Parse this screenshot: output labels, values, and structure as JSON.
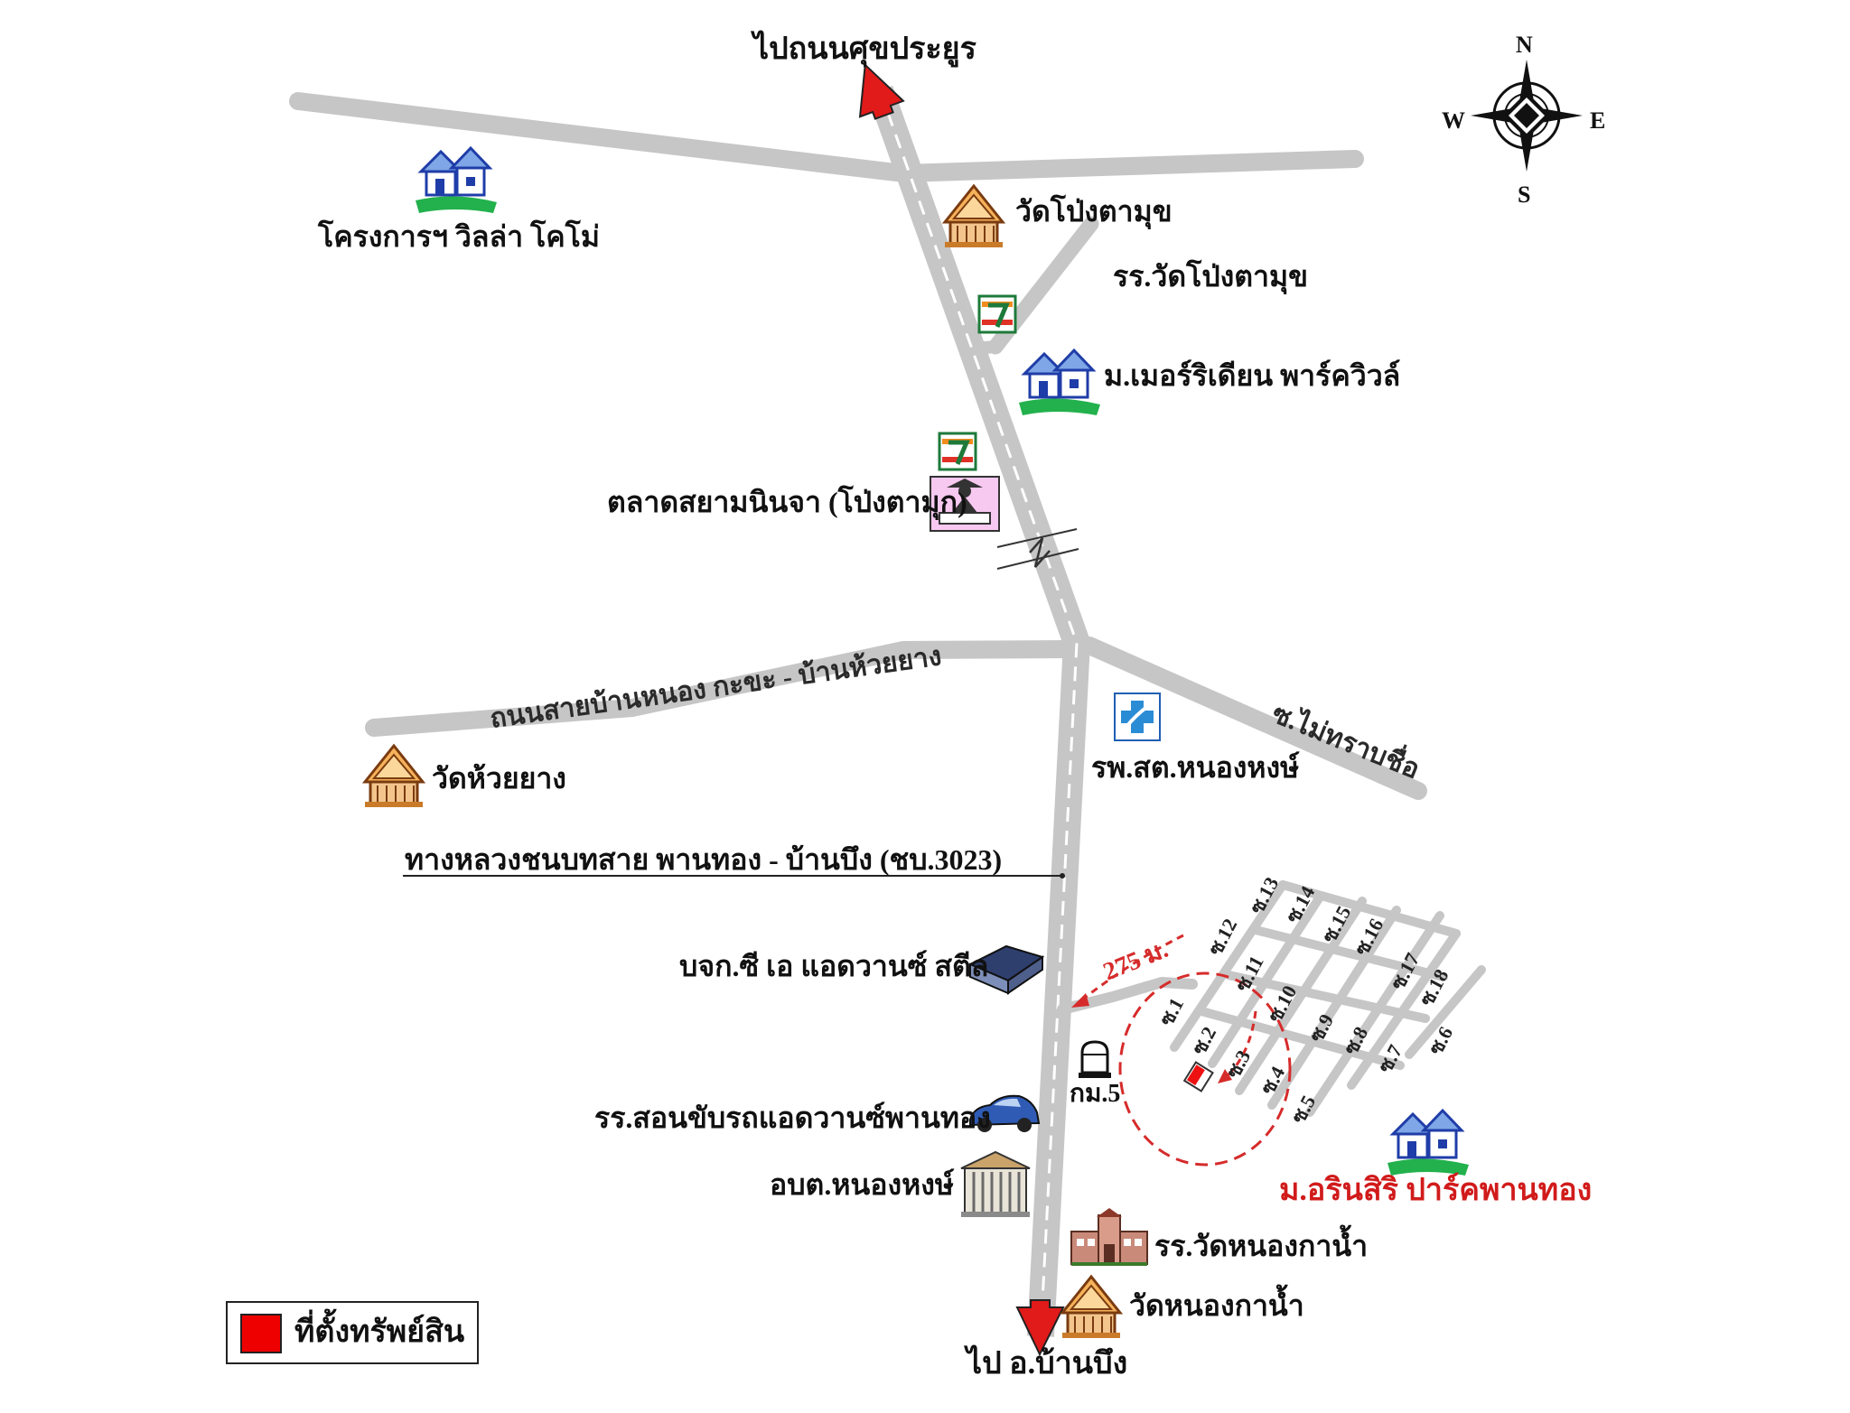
{
  "colors": {
    "road": "#c6c6c6",
    "road_center": "#ffffff",
    "arrow": "#e11a1a",
    "property": "#ee1111",
    "radius_line": "#d62b2b",
    "highlight_label": "#d11b1b",
    "legend_swatch": "#ee0000"
  },
  "compass": {
    "north": "N",
    "south": "S",
    "east": "E",
    "west": "W"
  },
  "directions": {
    "to_north": "ไปถนนศุขประยูร",
    "to_south": "ไป อ.บ้านบึง"
  },
  "landmarks": {
    "villa_komo": "โครงการฯ วิลล่า โคโม่",
    "wat_pong_ta_muk": "วัดโป่งตามุข",
    "school_pong_ta_muk": "รร.วัดโป่งตามุข",
    "meridian": "ม.เมอร์ริเดียน พาร์ควิวล์",
    "market": "ตลาดสยามนินจา (โป่งตามุก)",
    "wat_huai_yang": "วัดห้วยยาง",
    "health_center": "รพ.สต.หนองหงษ์",
    "steel_company": "บจก.ซี เอ แอดวานซ์ สตีล",
    "driving_school": "รร.สอนขับรถแอดวานซ์พานทอง",
    "sao_office": "อบต.หนองหงษ์",
    "school_nong_ka_nam": "รร.วัดหนองกาน้ำ",
    "wat_nong_ka_nam": "วัดหนองกาน้ำ",
    "arinsiri": "ม.อรินสิริ ปาร์คพานทอง",
    "km_marker": "กม.5"
  },
  "roads": {
    "huai_yang_road": "ถนนสายบ้านหนอง กะขะ - บ้านห้วยยาง",
    "unnamed_soi": "ซ.ไม่ทราบชื่อ",
    "highway": "ทางหลวงชนบทสาย พานทอง - บ้านบึง (ชบ.3023)"
  },
  "distance_label": "275 ม.",
  "sois": [
    "ซ.1",
    "ซ.2",
    "ซ.3",
    "ซ.4",
    "ซ.5",
    "ซ.6",
    "ซ.7",
    "ซ.8",
    "ซ.9",
    "ซ.10",
    "ซ.11",
    "ซ.12",
    "ซ.13",
    "ซ.14",
    "ซ.15",
    "ซ.16",
    "ซ.17",
    "ซ.18"
  ],
  "legend": {
    "label": "ที่ตั้งทรัพย์สิน"
  }
}
